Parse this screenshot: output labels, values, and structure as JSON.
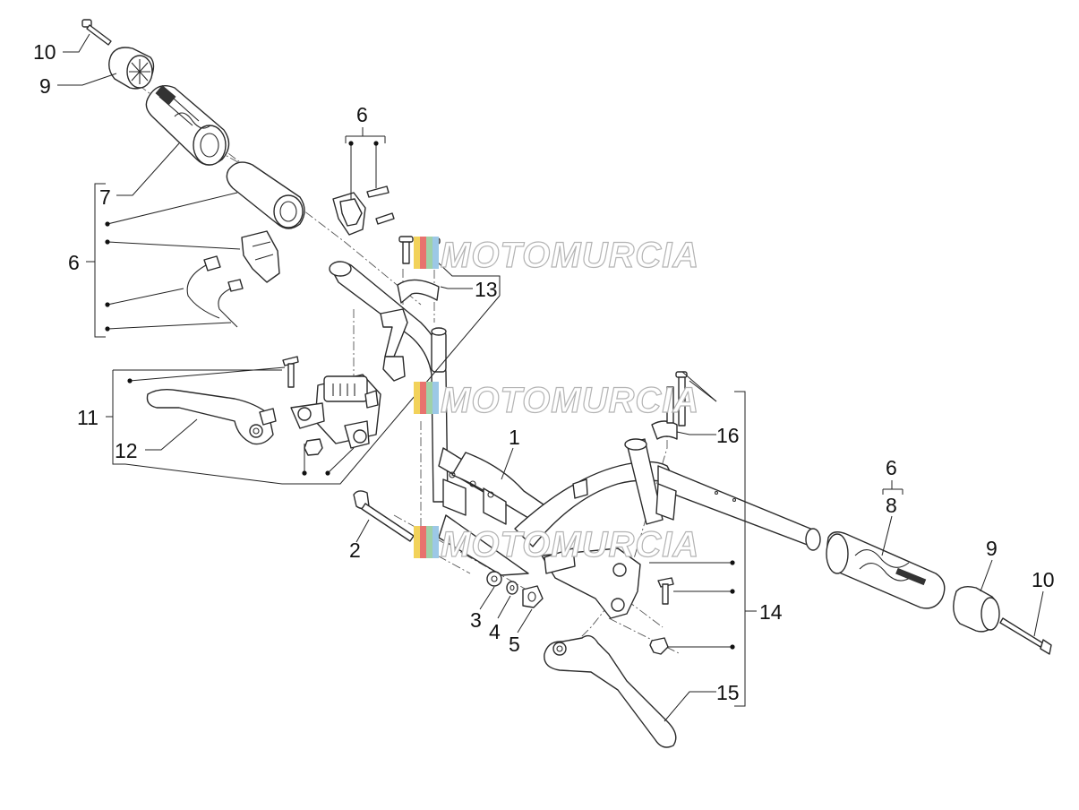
{
  "diagram": {
    "callouts": [
      {
        "id": "c10a",
        "text": "10"
      },
      {
        "id": "c9a",
        "text": "9"
      },
      {
        "id": "c7",
        "text": "7"
      },
      {
        "id": "c6a",
        "text": "6"
      },
      {
        "id": "c6b",
        "text": "6"
      },
      {
        "id": "c13",
        "text": "13"
      },
      {
        "id": "c11",
        "text": "11"
      },
      {
        "id": "c12",
        "text": "12"
      },
      {
        "id": "c1",
        "text": "1"
      },
      {
        "id": "c16",
        "text": "16"
      },
      {
        "id": "c2",
        "text": "2"
      },
      {
        "id": "c3",
        "text": "3"
      },
      {
        "id": "c4",
        "text": "4"
      },
      {
        "id": "c5",
        "text": "5"
      },
      {
        "id": "c6c",
        "text": "6"
      },
      {
        "id": "c8",
        "text": "8"
      },
      {
        "id": "c9b",
        "text": "9"
      },
      {
        "id": "c10b",
        "text": "10"
      },
      {
        "id": "c14",
        "text": "14"
      },
      {
        "id": "c15",
        "text": "15"
      }
    ]
  },
  "watermark": {
    "text": "MOTOMURCIA",
    "colors": [
      "#f2d25a",
      "#e8736e",
      "#9fd1a8",
      "#9cc8e6"
    ]
  }
}
